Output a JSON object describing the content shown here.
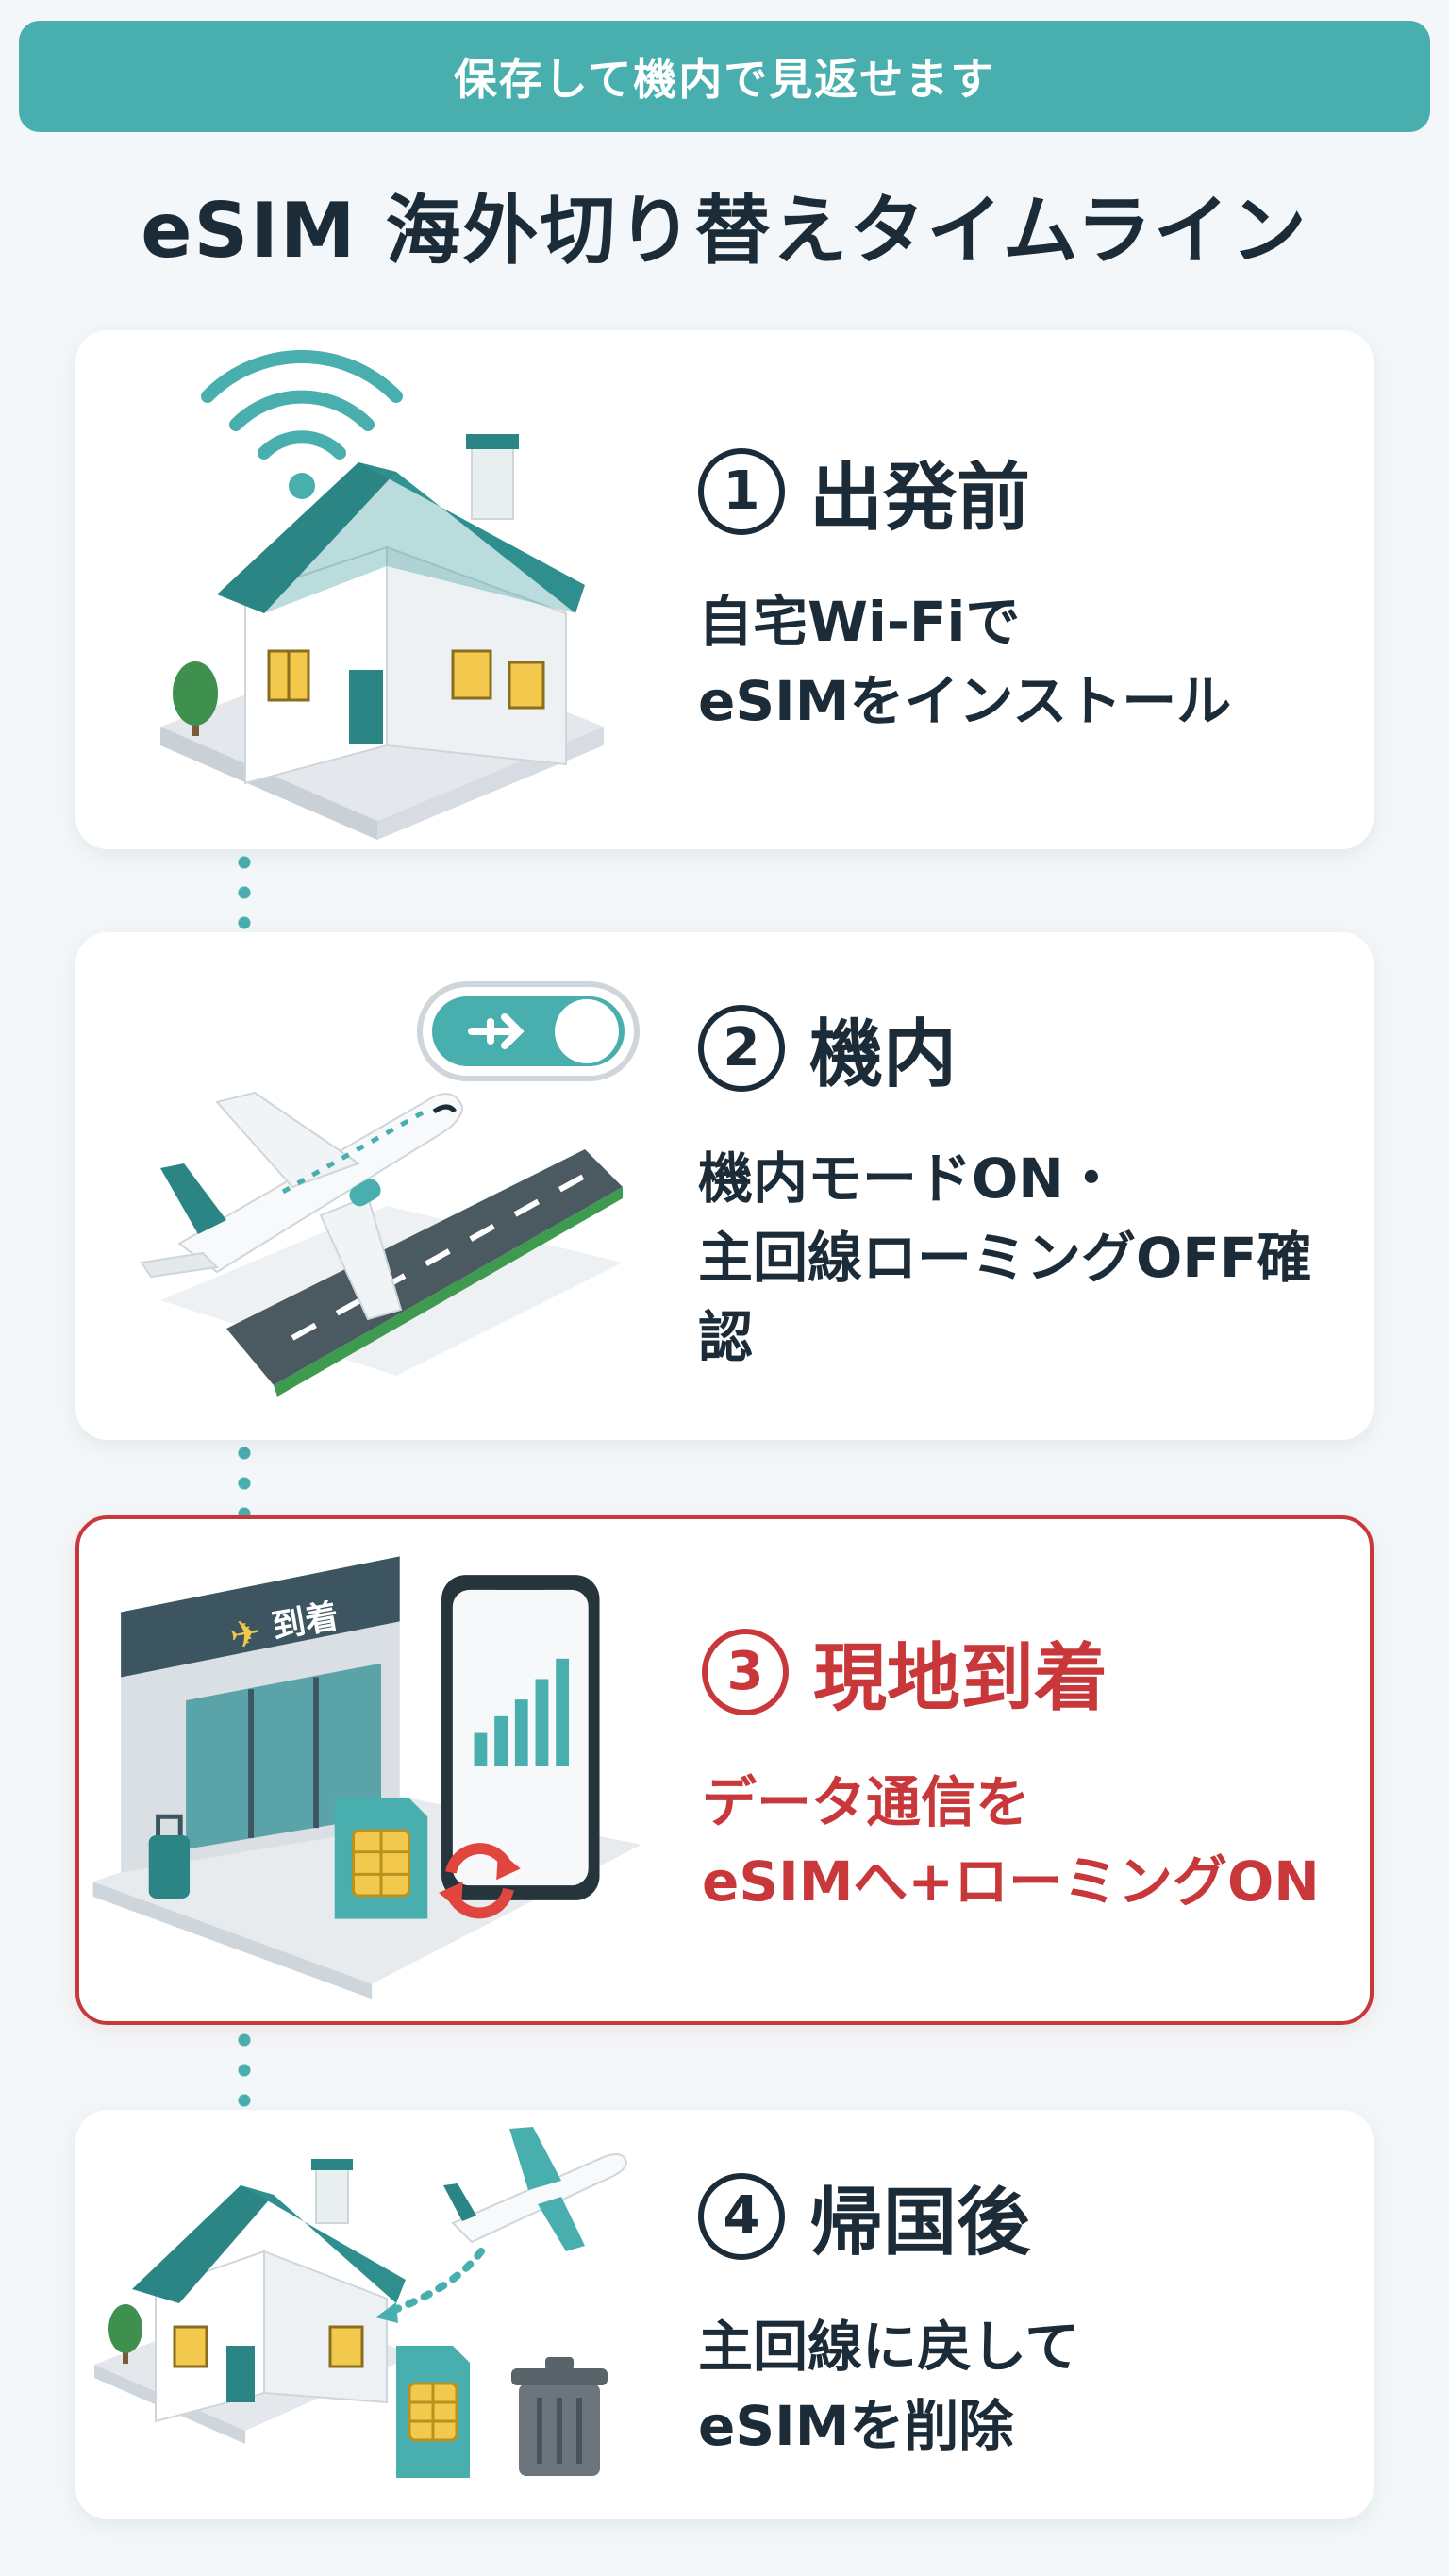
{
  "banner": {
    "text": "保存して機内で見返せます"
  },
  "title": "eSIM 海外切り替えタイムライン",
  "steps": [
    {
      "number": "1",
      "title": "出発前",
      "lines": [
        "自宅Wi-Fiで",
        "eSIMをインストール"
      ],
      "highlight": false
    },
    {
      "number": "2",
      "title": "機内",
      "lines": [
        "機内モードON・",
        "主回線ローミングOFF確認"
      ],
      "highlight": false
    },
    {
      "number": "3",
      "title": "現地到着",
      "sign_text": "到着",
      "lines": [
        "データ通信を",
        "eSIMへ+ローミングON"
      ],
      "highlight": true
    },
    {
      "number": "4",
      "title": "帰国後",
      "lines": [
        "主回線に戻して",
        "eSIMを削除"
      ],
      "highlight": false
    }
  ],
  "colors": {
    "teal": "#49aeae",
    "dark_teal": "#2c8585",
    "navy": "#1b2b38",
    "red": "#c8383a",
    "card_bg": "#ffffff",
    "page_bg": "#f3f7f9"
  }
}
